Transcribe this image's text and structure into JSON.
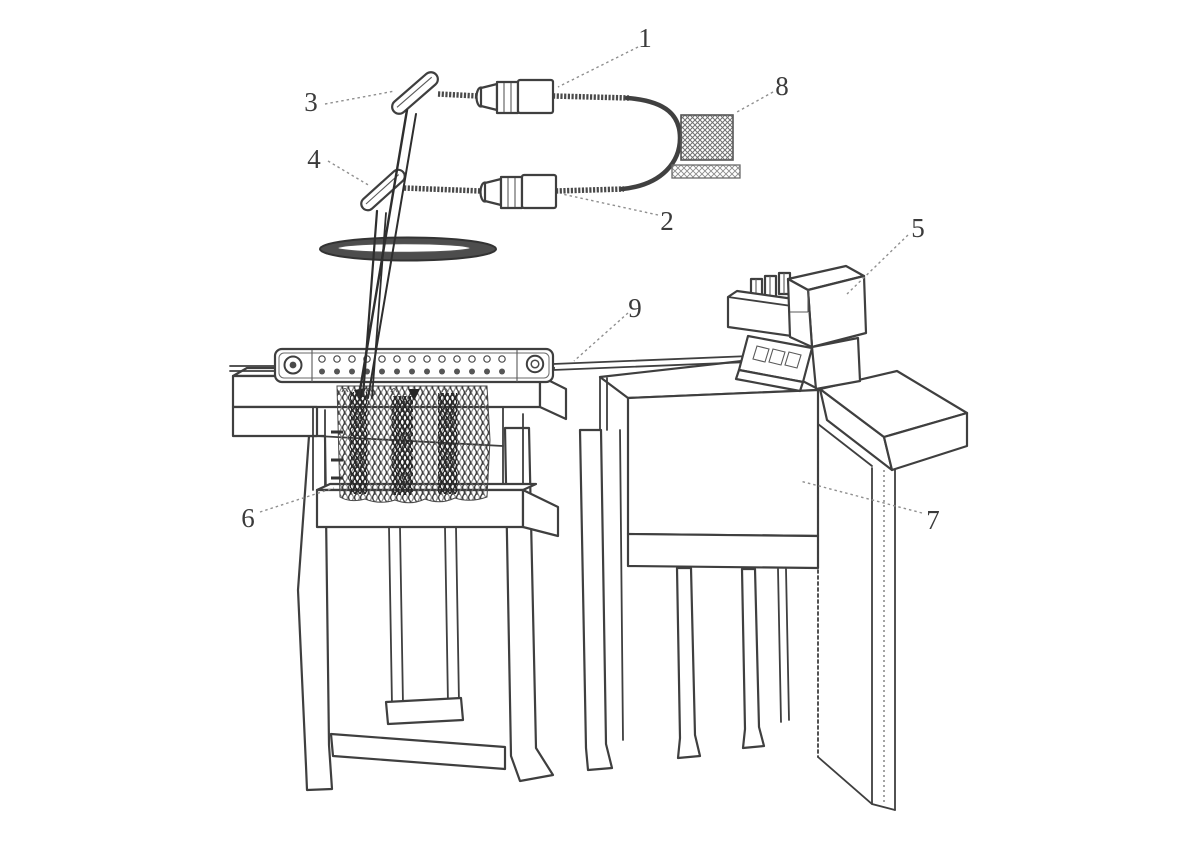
{
  "figure": {
    "colors": {
      "background": "#ffffff",
      "line": "#3f3f3f",
      "dark_fill": "#4d4d4d",
      "leader": "#8f8f8f"
    },
    "callouts": {
      "c1": {
        "label": "1"
      },
      "c2": {
        "label": "2"
      },
      "c3": {
        "label": "3"
      },
      "c4": {
        "label": "4"
      },
      "c5": {
        "label": "5"
      },
      "c6": {
        "label": "6"
      },
      "c7": {
        "label": "7"
      },
      "c8": {
        "label": "8"
      },
      "c9": {
        "label": "9"
      }
    }
  }
}
